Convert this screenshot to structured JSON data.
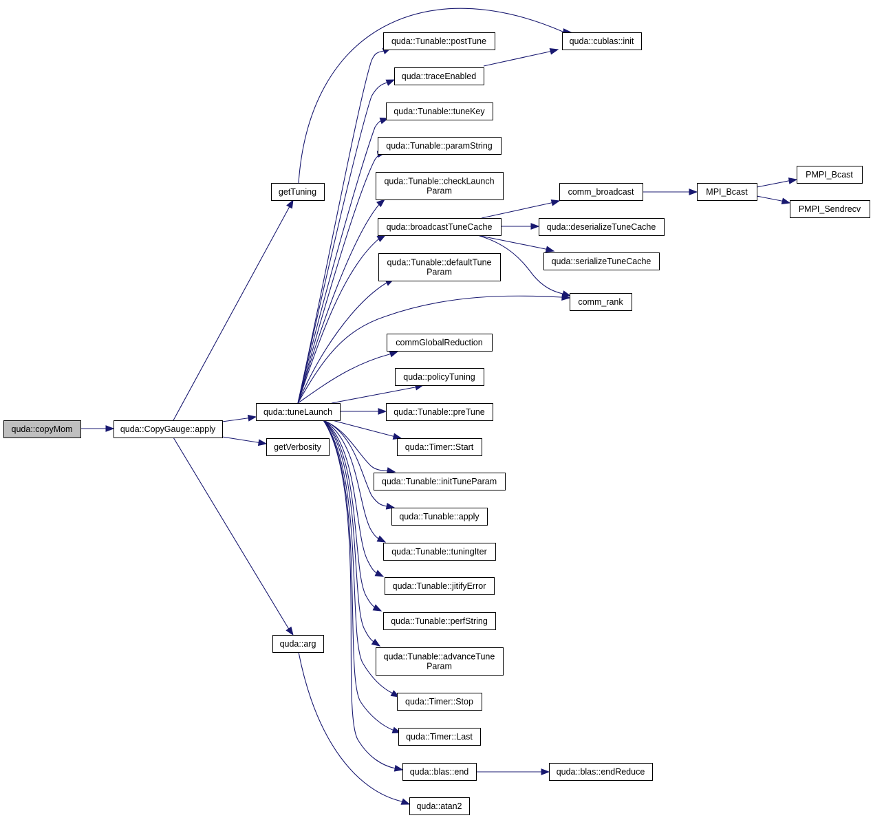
{
  "graph": {
    "colors": {
      "edge": "#191970",
      "node_border": "#000000",
      "node_fill": "#ffffff",
      "root_fill": "#bfbfbf"
    },
    "nodes": {
      "copyMom": {
        "lines": [
          "quda::copyMom"
        ],
        "root": true
      },
      "copyGaugeApply": {
        "lines": [
          "quda::CopyGauge::apply"
        ]
      },
      "getTuning": {
        "lines": [
          "getTuning"
        ]
      },
      "tuneLaunch": {
        "lines": [
          "quda::tuneLaunch"
        ]
      },
      "getVerbosity": {
        "lines": [
          "getVerbosity"
        ]
      },
      "arg": {
        "lines": [
          "quda::arg"
        ]
      },
      "postTune": {
        "lines": [
          "quda::Tunable::postTune"
        ]
      },
      "cublasInit": {
        "lines": [
          "quda::cublas::init"
        ]
      },
      "traceEnabled": {
        "lines": [
          "quda::traceEnabled"
        ]
      },
      "tuneKey": {
        "lines": [
          "quda::Tunable::tuneKey"
        ]
      },
      "paramString": {
        "lines": [
          "quda::Tunable::paramString"
        ]
      },
      "checkLaunchParam": {
        "lines": [
          "quda::Tunable::checkLaunch",
          "Param"
        ]
      },
      "broadcastTuneCache": {
        "lines": [
          "quda::broadcastTuneCache"
        ]
      },
      "commBroadcast": {
        "lines": [
          "comm_broadcast"
        ]
      },
      "mpiBcast": {
        "lines": [
          "MPI_Bcast"
        ]
      },
      "pmpiBcast": {
        "lines": [
          "PMPI_Bcast"
        ]
      },
      "pmpiSendrecv": {
        "lines": [
          "PMPI_Sendrecv"
        ]
      },
      "deserializeTuneCache": {
        "lines": [
          "quda::deserializeTuneCache"
        ]
      },
      "serializeTuneCache": {
        "lines": [
          "quda::serializeTuneCache"
        ]
      },
      "defaultTuneParam": {
        "lines": [
          "quda::Tunable::defaultTune",
          "Param"
        ]
      },
      "commRank": {
        "lines": [
          "comm_rank"
        ]
      },
      "commGlobalReduction": {
        "lines": [
          "commGlobalReduction"
        ]
      },
      "policyTuning": {
        "lines": [
          "quda::policyTuning"
        ]
      },
      "preTune": {
        "lines": [
          "quda::Tunable::preTune"
        ]
      },
      "timerStart": {
        "lines": [
          "quda::Timer::Start"
        ]
      },
      "initTuneParam": {
        "lines": [
          "quda::Tunable::initTuneParam"
        ]
      },
      "tunableApply": {
        "lines": [
          "quda::Tunable::apply"
        ]
      },
      "tuningIter": {
        "lines": [
          "quda::Tunable::tuningIter"
        ]
      },
      "jitifyError": {
        "lines": [
          "quda::Tunable::jitifyError"
        ]
      },
      "perfString": {
        "lines": [
          "quda::Tunable::perfString"
        ]
      },
      "advanceTuneParam": {
        "lines": [
          "quda::Tunable::advanceTune",
          "Param"
        ]
      },
      "timerStop": {
        "lines": [
          "quda::Timer::Stop"
        ]
      },
      "timerLast": {
        "lines": [
          "quda::Timer::Last"
        ]
      },
      "blasEnd": {
        "lines": [
          "quda::blas::end"
        ]
      },
      "endReduce": {
        "lines": [
          "quda::blas::endReduce"
        ]
      },
      "atan2": {
        "lines": [
          "quda::atan2"
        ]
      }
    },
    "edges": [
      [
        "copyMom",
        "copyGaugeApply"
      ],
      [
        "copyGaugeApply",
        "getTuning"
      ],
      [
        "copyGaugeApply",
        "tuneLaunch"
      ],
      [
        "copyGaugeApply",
        "getVerbosity"
      ],
      [
        "copyGaugeApply",
        "arg"
      ],
      [
        "getTuning",
        "cublasInit"
      ],
      [
        "tuneLaunch",
        "postTune"
      ],
      [
        "tuneLaunch",
        "traceEnabled"
      ],
      [
        "tuneLaunch",
        "tuneKey"
      ],
      [
        "tuneLaunch",
        "paramString"
      ],
      [
        "tuneLaunch",
        "checkLaunchParam"
      ],
      [
        "tuneLaunch",
        "broadcastTuneCache"
      ],
      [
        "tuneLaunch",
        "defaultTuneParam"
      ],
      [
        "tuneLaunch",
        "commRank"
      ],
      [
        "tuneLaunch",
        "commGlobalReduction"
      ],
      [
        "tuneLaunch",
        "policyTuning"
      ],
      [
        "tuneLaunch",
        "preTune"
      ],
      [
        "tuneLaunch",
        "timerStart"
      ],
      [
        "tuneLaunch",
        "initTuneParam"
      ],
      [
        "tuneLaunch",
        "tunableApply"
      ],
      [
        "tuneLaunch",
        "tuningIter"
      ],
      [
        "tuneLaunch",
        "jitifyError"
      ],
      [
        "tuneLaunch",
        "perfString"
      ],
      [
        "tuneLaunch",
        "advanceTuneParam"
      ],
      [
        "tuneLaunch",
        "timerStop"
      ],
      [
        "tuneLaunch",
        "timerLast"
      ],
      [
        "tuneLaunch",
        "blasEnd"
      ],
      [
        "traceEnabled",
        "cublasInit"
      ],
      [
        "broadcastTuneCache",
        "commBroadcast"
      ],
      [
        "broadcastTuneCache",
        "deserializeTuneCache"
      ],
      [
        "broadcastTuneCache",
        "serializeTuneCache"
      ],
      [
        "broadcastTuneCache",
        "commRank"
      ],
      [
        "commBroadcast",
        "mpiBcast"
      ],
      [
        "mpiBcast",
        "pmpiBcast"
      ],
      [
        "mpiBcast",
        "pmpiSendrecv"
      ],
      [
        "blasEnd",
        "endReduce"
      ],
      [
        "arg",
        "atan2"
      ]
    ]
  }
}
